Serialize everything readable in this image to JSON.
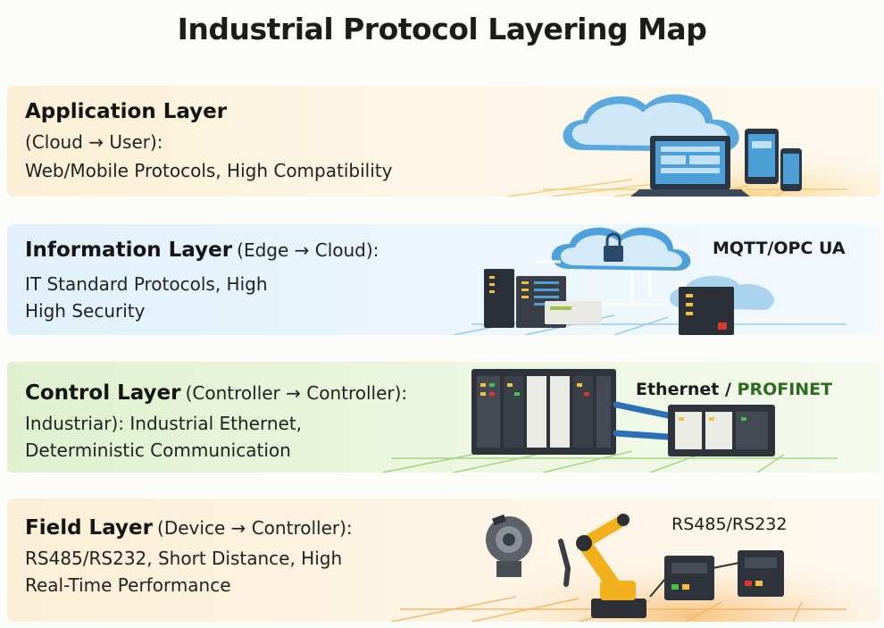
{
  "title": "Industrial Protocol Layering Map",
  "layers": [
    {
      "name": "Application Layer",
      "scope": "(Cloud → User):",
      "desc_line1": "Web/Mobile Protocols, High Compatibility",
      "desc_line2": "",
      "tag": "",
      "icon": "cloud-laptop-phone-icon"
    },
    {
      "name": "Information Layer",
      "scope": "(Edge → Cloud):",
      "desc_line1": "IT Standard Protocols, High",
      "desc_line2": "High Security",
      "tag": "MQTT/OPC UA",
      "icon": "cloud-server-lock-icon"
    },
    {
      "name": "Control Layer",
      "scope": "(Controller → Controller):",
      "desc_line1": "Industriar): Industrial Ethernet,",
      "desc_line2": "Deterministic Communication",
      "tag_part1": "Ethernet / ",
      "tag_part2": "PROFINET",
      "icon": "plc-rack-icon"
    },
    {
      "name": "Field Layer",
      "scope": "(Device → Controller):",
      "desc_line1": "RS485/RS232, Short Distance, High",
      "desc_line2": "Real-Time Performance",
      "tag": "RS485/RS232",
      "icon": "robot-arm-sensor-icon"
    }
  ],
  "colors": {
    "application": "#fbf0d6",
    "information": "#e1f0fa",
    "control": "#e0f0cf",
    "field": "#fcefd7",
    "profinet_green": "#2e6b1f",
    "cloud_blue": "#5aa9de"
  }
}
